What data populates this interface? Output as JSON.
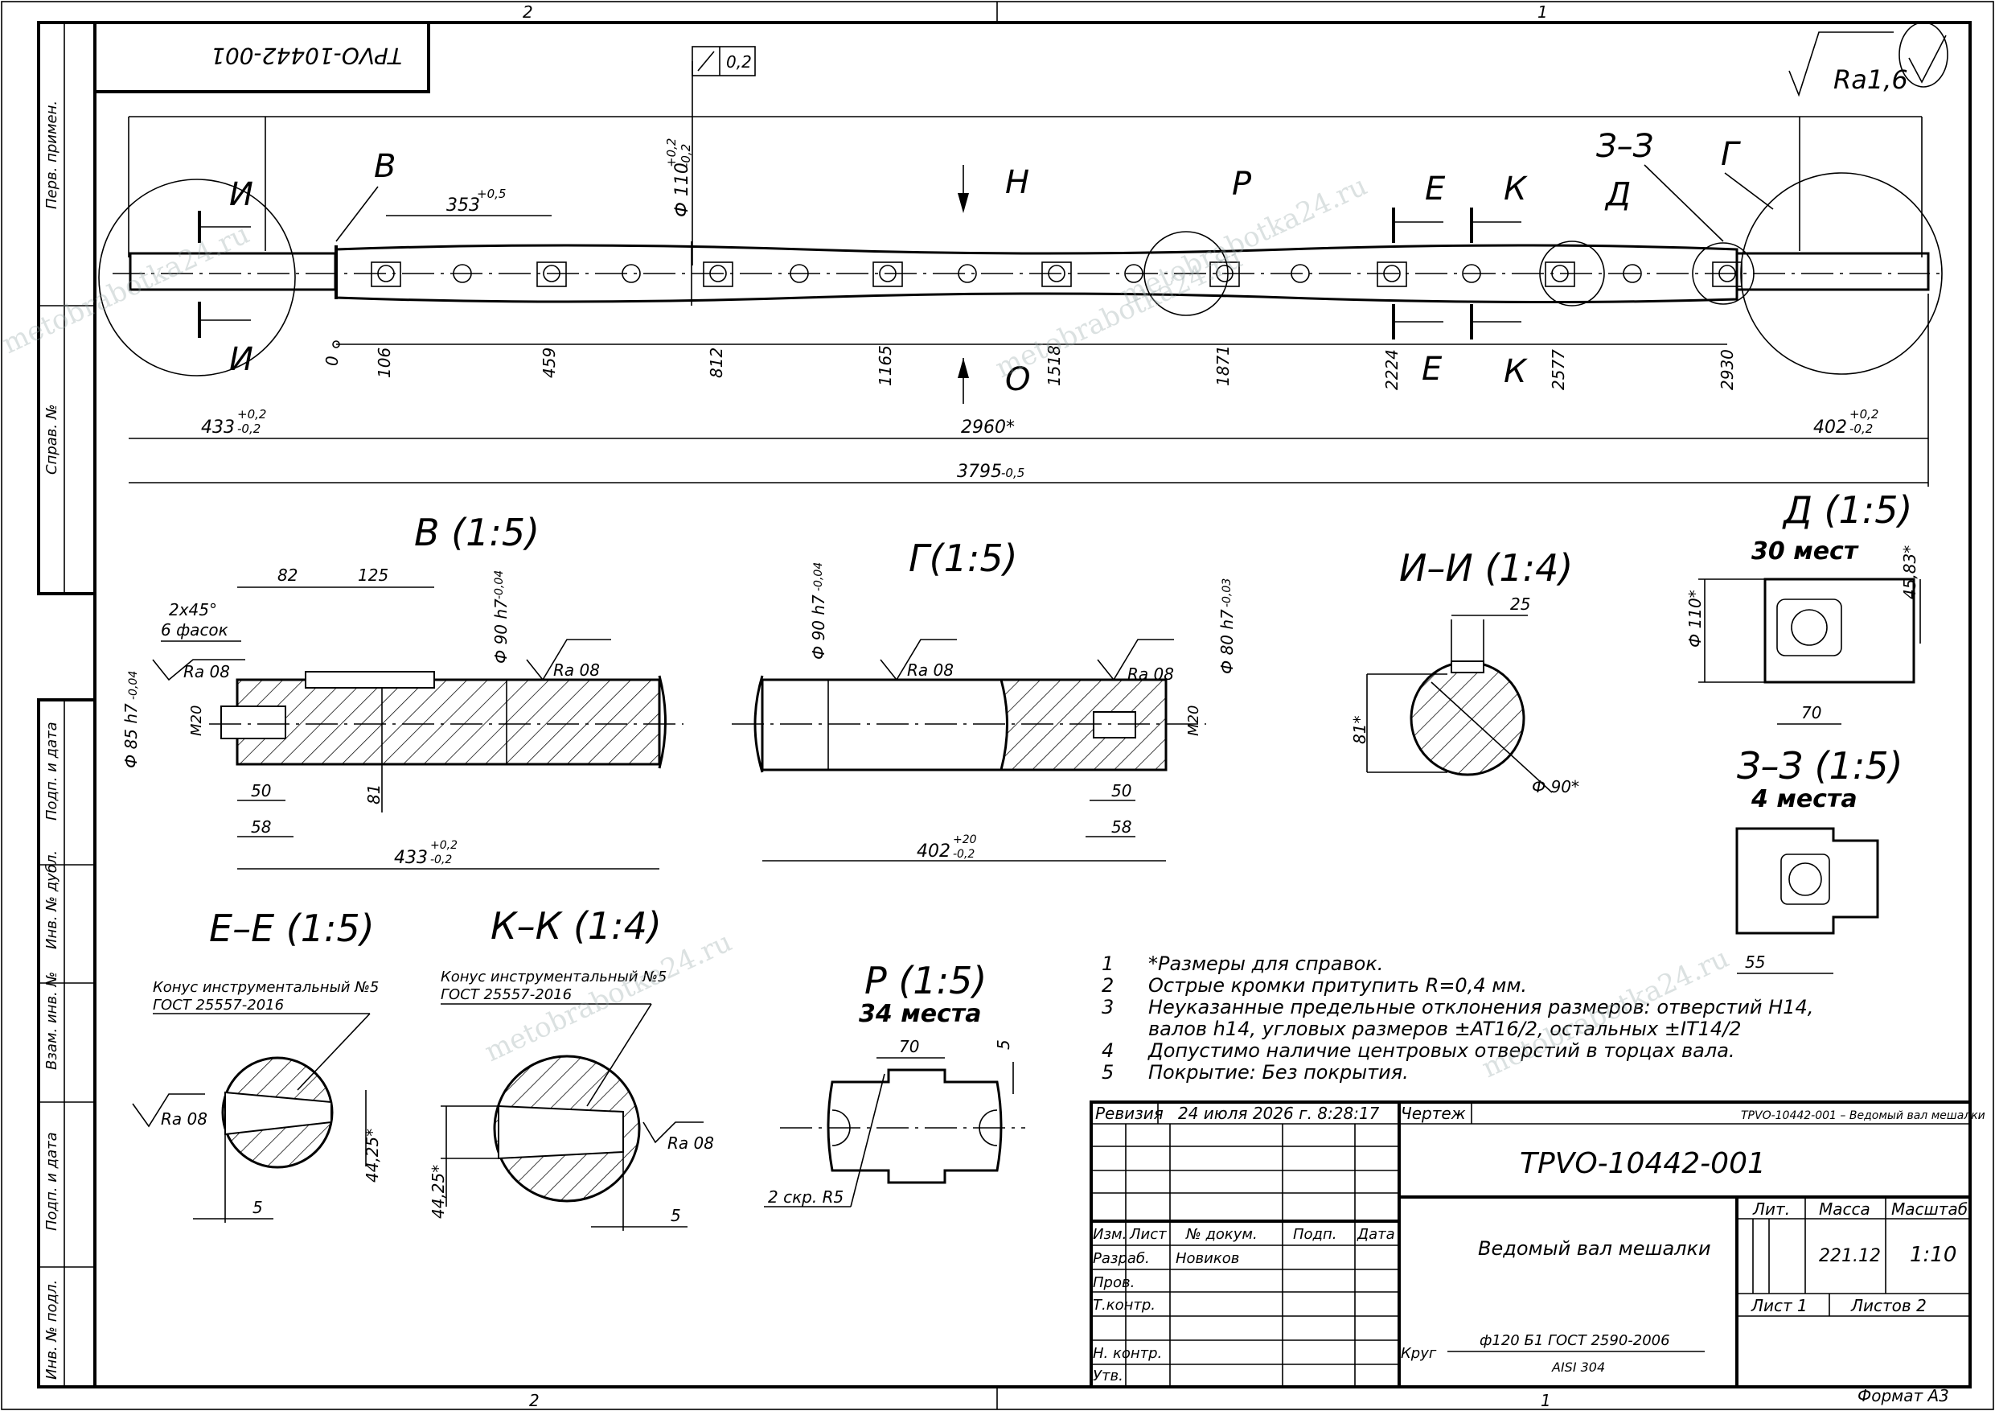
{
  "drawing": {
    "number": "TPVO-10442-001",
    "number_mirrored": "TPVO-10442-001",
    "corner_number": "TPVO-10442-001 – Ведомый вал мешалки",
    "title": "Ведомый вал мешалки",
    "format": "Формат А3",
    "roughness_general": "Ra1,6",
    "runout_tol": "0,2",
    "zone_top": [
      "2",
      "1"
    ],
    "zone_bottom": [
      "2",
      "1"
    ]
  },
  "left_strip": [
    "Перв. примен.",
    "Справ. №",
    "Подп. и дата",
    "Инв. № дубл.",
    "Взам. инв. №",
    "Подп. и дата",
    "Инв. № подл."
  ],
  "main_view": {
    "dims_top": {
      "d110": "Ф 110",
      "d110_tol_up": "+0,2",
      "d110_tol_dn": "-0,2",
      "len353": "353",
      "len353_tol": "+0,5"
    },
    "positions": [
      "0",
      "106",
      "459",
      "812",
      "1165",
      "1518",
      "1871",
      "2224",
      "2577",
      "2930"
    ],
    "len_left": "433",
    "len_left_up": "+0,2",
    "len_left_dn": "-0,2",
    "len_mid": "2960*",
    "len_right": "402",
    "len_right_up": "+0,2",
    "len_right_dn": "-0,2",
    "len_total": "3795",
    "len_total_tol": "-0,5",
    "labels": {
      "V": "В",
      "G": "Г",
      "R": "Р",
      "D": "Д",
      "Z33": "З–З",
      "I_top": "И",
      "I_bot": "И",
      "N": "Н",
      "O": "О",
      "E_top": "Е",
      "E_bot": "Е",
      "K_top": "К",
      "K_bot": "К"
    }
  },
  "view_V": {
    "title": "В (1:5)",
    "chamfer": "2х45°",
    "chamfer_count": "6 фасок",
    "d85": "Ф 85 h7",
    "d85_tol": "-0,04",
    "d90": "Ф 90 h7",
    "d90_tol": "-0,04",
    "ra1": "Ra 08",
    "ra2": "Ra 08",
    "m20": "M20",
    "w82": "82",
    "w125": "125",
    "w50": "50",
    "w58": "58",
    "h81": "81",
    "len433": "433",
    "len433_up": "+0,2",
    "len433_dn": "-0,2"
  },
  "view_G": {
    "title": "Г(1:5)",
    "d90": "Ф 90 h7",
    "d90_tol": "-0,04",
    "d80": "Ф 80 h7",
    "d80_tol": "-0,03",
    "ra1": "Ra 08",
    "ra2": "Ra 08",
    "m20": "M20",
    "w50": "50",
    "w58": "58",
    "len402": "402",
    "len402_up": "+20",
    "len402_dn": "-0,2"
  },
  "view_II": {
    "title": "И–И (1:4)",
    "w25": "25",
    "h81": "81*",
    "d90": "Ф 90*"
  },
  "view_D": {
    "title": "Д (1:5)",
    "count": "30 мест",
    "d110": "Ф 110*",
    "h45": "45,83*",
    "w70": "70"
  },
  "view_33": {
    "title": "З–З (1:5)",
    "count": "4 места",
    "w55": "55"
  },
  "view_EE": {
    "title": "Е–Е (1:5)",
    "cone": "Конус инструментальный №5",
    "gost": "ГОСТ 25557-2016",
    "ra": "Ra 08",
    "w5": "5",
    "h44": "44,25*"
  },
  "view_KK": {
    "title": "К–К (1:4)",
    "cone": "Конус инструментальный №5",
    "gost": "ГОСТ 25557-2016",
    "ra": "Ra 08",
    "w5": "5",
    "h44": "44,25*"
  },
  "view_R": {
    "title": "Р (1:5)",
    "count": "34 места",
    "w70": "70",
    "h5": "5",
    "radius": "2 скр. R5"
  },
  "notes": [
    {
      "n": "1",
      "text": "*Размеры для справок."
    },
    {
      "n": "2",
      "text": "Острые кромки притупить R=0,4 мм."
    },
    {
      "n": "3",
      "text": "Неуказанные предельные отклонения размеров: отверстий H14,"
    },
    {
      "n": "",
      "text": "валов h14, угловых размеров ±AT16/2, остальных ±IT14/2"
    },
    {
      "n": "4",
      "text": "Допустимо наличие центровых отверстий в торцах вала."
    },
    {
      "n": "5",
      "text": "Покрытие: Без покрытия."
    }
  ],
  "title_block": {
    "revision_label": "Ревизия",
    "revision_date": "24 июля 2026 г. 8:28:17",
    "drawing_label": "Чертеж",
    "cols": [
      "Изм.",
      "Лист",
      "№ докум.",
      "Подп.",
      "Дата"
    ],
    "rows": [
      "Разраб.",
      "Пров.",
      "Т.контр.",
      "",
      "Н. контр.",
      "Утв."
    ],
    "developer": "Новиков",
    "lit": "Лит.",
    "mass_label": "Масса",
    "scale_label": "Масштаб",
    "mass": "221.12",
    "scale": "1:10",
    "sheet": "Лист 1",
    "sheets": "Листов 2",
    "material_label": "Круг",
    "material_1": "ф120 Б1 ГОСТ 2590-2006",
    "material_2": "AISI 304"
  },
  "watermarks": [
    "metobrabotka24.ru",
    "metobrabotka24.ru",
    "metobrabotka24.ru",
    "metobrabotka24.ru",
    "metobrabotka24.ru"
  ]
}
